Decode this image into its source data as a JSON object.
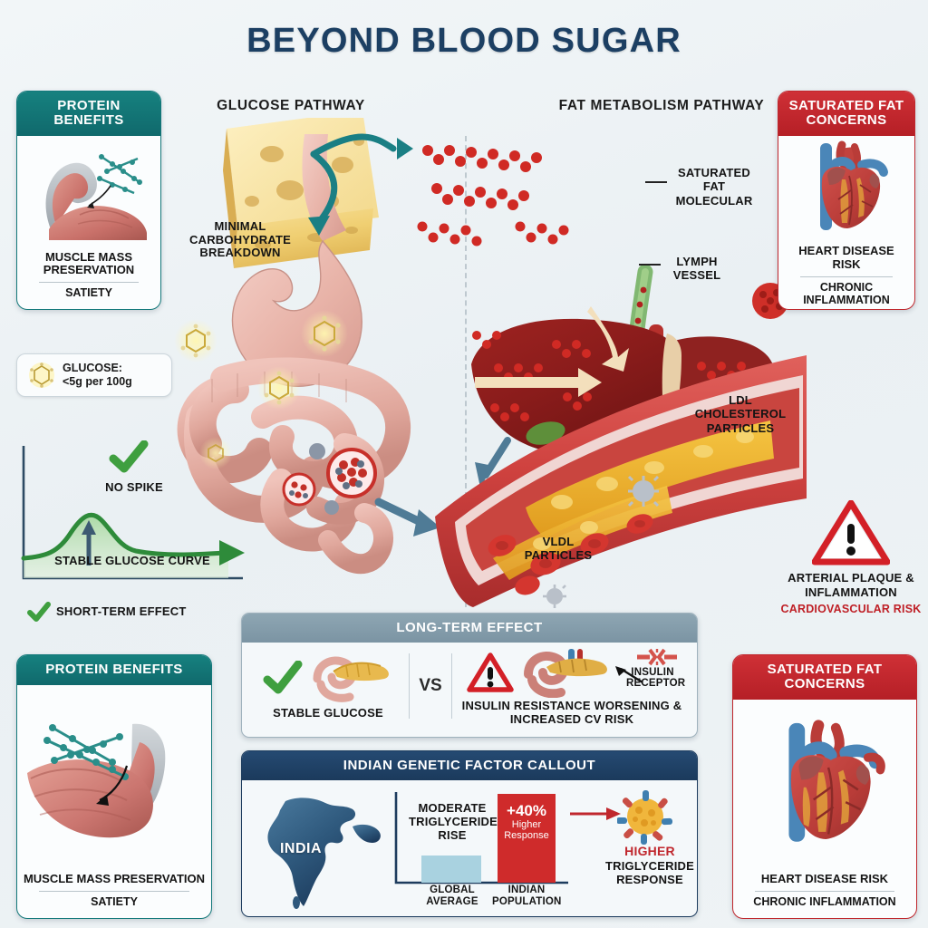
{
  "title": "BEYOND BLOOD SUGAR",
  "background_color": "#eef3f5",
  "accent_colors": {
    "title_navy": "#1c3f63",
    "teal": "#14797b",
    "red": "#c0272d",
    "green_check": "#3f9f3f",
    "warn_red": "#d32027",
    "bar_blue": "#a9d2e0",
    "bar_red": "#cf2b2b"
  },
  "pathways": {
    "left_heading": "GLUCOSE PATHWAY",
    "right_heading": "FAT METABOLISM PATHWAY"
  },
  "cards": {
    "protein_top": {
      "header": "PROTEIN BENEFITS",
      "line1": "MUSCLE MASS PRESERVATION",
      "line2": "SATIETY",
      "illustration": "flexed-arm-muscle-with-protein-strands"
    },
    "protein_bottom": {
      "header": "PROTEIN BENEFITS",
      "line1": "MUSCLE MASS PRESERVATION",
      "line2": "SATIETY",
      "illustration": "flexed-arm-muscle-with-protein-strands"
    },
    "satfat_top": {
      "header": "SATURATED FAT CONCERNS",
      "line1": "HEART DISEASE RISK",
      "line2": "CHRONIC INFLAMMATION",
      "illustration": "anatomical-heart"
    },
    "satfat_bottom": {
      "header": "SATURATED FAT CONCERNS",
      "line1": "HEART DISEASE RISK",
      "line2": "CHRONIC INFLAMMATION",
      "illustration": "anatomical-heart"
    }
  },
  "annotations": {
    "minimal_carb": "MINIMAL CARBOHYDRATE BREAKDOWN",
    "sat_fat_molecular": "SATURATED FAT MOLECULAR",
    "lymph_vessel": "LYMPH VESSEL",
    "ldl": "LDL CHOLESTEROL PARTICLES",
    "vldl": "VLDL PARTICLES",
    "plaque": "ARTERIAL PLAQUE & INFLAMMATION",
    "cv_risk": "CARDIOVASCULAR RISK"
  },
  "glucose_chip": {
    "label": "GLUCOSE:",
    "value": "<5g per 100g",
    "icon": "glucose-hexagon-molecule"
  },
  "curve": {
    "no_spike": "NO SPIKE",
    "caption": "STABLE GLUCOSE CURVE",
    "footnote": "SHORT-TERM EFFECT",
    "check_icon": "check-icon"
  },
  "long_term": {
    "header": "LONG-TERM EFFECT",
    "vs": "VS",
    "left": {
      "icon": "check-icon",
      "organ": "pancreas-stomach",
      "caption": "STABLE GLUCOSE"
    },
    "right": {
      "icon": "warning-triangle-icon",
      "organ": "pancreas-stomach",
      "caption": "INSULIN RESISTANCE WORSENING & INCREASED CV RISK",
      "receptor_label": "INSULIN RECEPTOR"
    }
  },
  "india_panel": {
    "header": "INDIAN GENETIC FACTOR CALLOUT",
    "map_label": "INDIA",
    "note": "MODERATE TRIGLYCERIDE RISE",
    "badge_value": "+40%",
    "badge_line1": "Higher",
    "badge_line2": "Response",
    "result_highlight": "HIGHER",
    "result_rest": "TRIGLYCERIDE RESPONSE",
    "particle_icon": "lipoprotein-particle-icon"
  },
  "chart_data": [
    {
      "type": "area",
      "title": "STABLE GLUCOSE CURVE",
      "x": [
        0,
        1,
        2,
        3,
        4,
        5,
        6,
        7,
        8,
        9,
        10
      ],
      "values": [
        8,
        10,
        26,
        42,
        34,
        22,
        18,
        17,
        16,
        16,
        15
      ],
      "ylabel": "",
      "xlabel": "",
      "annotations": [
        "NO SPIKE",
        "SHORT-TERM EFFECT"
      ],
      "grid": false,
      "line_color": "#2e8b3a",
      "fill_color": "#bfe3bd"
    },
    {
      "type": "bar",
      "title": "INDIAN GENETIC FACTOR CALLOUT",
      "categories": [
        "GLOBAL AVERAGE",
        "INDIAN POPULATION"
      ],
      "values": [
        30,
        100
      ],
      "value_labels": [
        "",
        "+40%"
      ],
      "colors": [
        "#a9d2e0",
        "#cf2b2b"
      ],
      "ylabel": "",
      "xlabel": "",
      "ylim": [
        0,
        110
      ],
      "grid": false,
      "annotations": [
        "MODERATE TRIGLYCERIDE RISE",
        "+40% Higher Response",
        "HIGHER TRIGLYCERIDE RESPONSE"
      ]
    }
  ]
}
